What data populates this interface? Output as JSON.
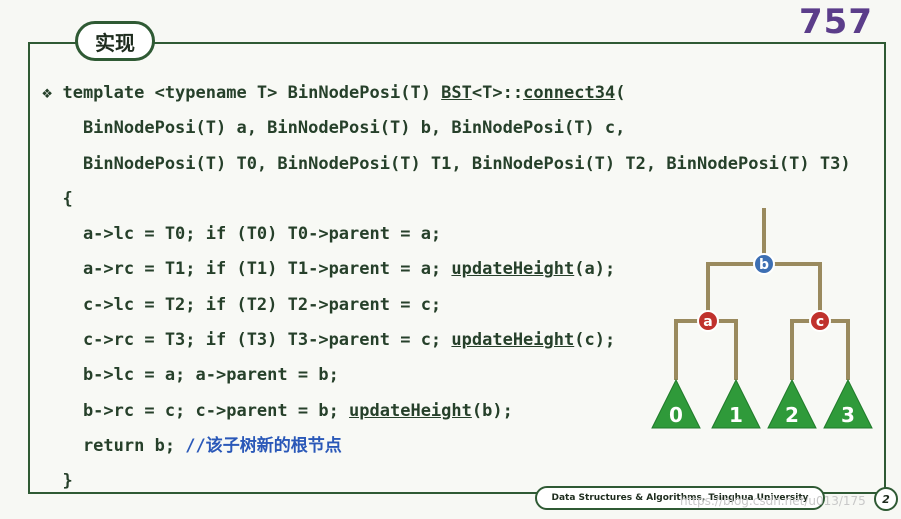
{
  "title": "实现",
  "page_number": "757",
  "code_lines": [
    {
      "parts": [
        {
          "t": "❖ template <typename T> BinNodePosi(T) "
        },
        {
          "t": "BST",
          "u": true
        },
        {
          "t": "<T>::"
        },
        {
          "t": "connect34",
          "u": true
        },
        {
          "t": "("
        }
      ]
    },
    {
      "parts": [
        {
          "t": "    BinNodePosi(T) a, BinNodePosi(T) b, BinNodePosi(T) c,"
        }
      ]
    },
    {
      "parts": [
        {
          "t": "    BinNodePosi(T) T0, BinNodePosi(T) T1, BinNodePosi(T) T2, BinNodePosi(T) T3)"
        }
      ]
    },
    {
      "parts": [
        {
          "t": "  {"
        }
      ]
    },
    {
      "parts": [
        {
          "t": "    a->lc = T0; if (T0) T0->parent = a;"
        }
      ]
    },
    {
      "parts": [
        {
          "t": "    a->rc = T1; if (T1) T1->parent = a; "
        },
        {
          "t": "updateHeight",
          "u": true
        },
        {
          "t": "(a);"
        }
      ]
    },
    {
      "parts": [
        {
          "t": "    c->lc = T2; if (T2) T2->parent = c;"
        }
      ]
    },
    {
      "parts": [
        {
          "t": "    c->rc = T3; if (T3) T3->parent = c; "
        },
        {
          "t": "updateHeight",
          "u": true
        },
        {
          "t": "(c);"
        }
      ]
    },
    {
      "parts": [
        {
          "t": "    b->lc = a; a->parent = b;"
        }
      ]
    },
    {
      "parts": [
        {
          "t": "    b->rc = c; c->parent = b; "
        },
        {
          "t": "updateHeight",
          "u": true
        },
        {
          "t": "(b);"
        }
      ]
    },
    {
      "parts": [
        {
          "t": "    return b; "
        },
        {
          "t": "//",
          "c": true
        },
        {
          "t": "该子树新的根节点",
          "c": true,
          "z": true
        }
      ]
    },
    {
      "parts": [
        {
          "t": "  }"
        }
      ]
    }
  ],
  "tree": {
    "root_label": "b",
    "left_label": "a",
    "right_label": "c",
    "subtrees": [
      "0",
      "1",
      "2",
      "3"
    ],
    "colors": {
      "root": "#3d6fb3",
      "child": "#c0312d",
      "subtree": "#2f9a3a",
      "edge": "#9a8a5e"
    }
  },
  "footer": {
    "text": "Data Structures & Algorithms, Tsinghua University",
    "badge": "2"
  },
  "watermark": "https://blog.csdn.net/u013/175"
}
